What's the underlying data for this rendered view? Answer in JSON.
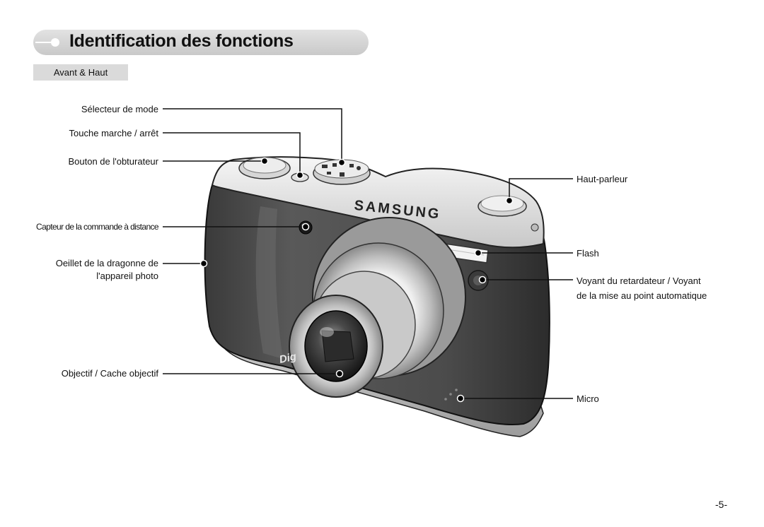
{
  "page": {
    "title": "Identification des fonctions",
    "section": "Avant & Haut",
    "page_number": "-5-"
  },
  "labels": {
    "mode_selector": "Sélecteur de mode",
    "power_button": "Touche marche / arrêt",
    "shutter_button": "Bouton de l'obturateur",
    "remote_sensor": "Capteur de la commande à distance",
    "strap_eyelet_1": "Oeillet de la dragonne de",
    "strap_eyelet_2": "l'appareil photo",
    "lens": "Objectif / Cache objectif",
    "speaker": "Haut-parleur",
    "flash": "Flash",
    "self_timer_1": "Voyant du retardateur /  Voyant",
    "self_timer_2": "de la mise au point automatique",
    "microphone": "Micro"
  },
  "camera": {
    "brand": "SAMSUNG",
    "body_text": "Dig"
  }
}
